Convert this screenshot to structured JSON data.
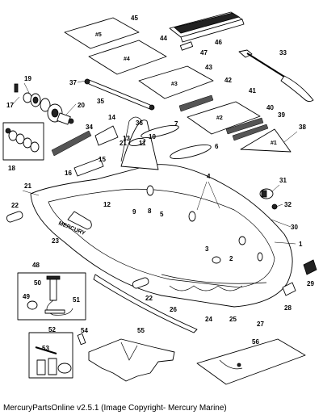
{
  "caption": "MercuryPartsOnline v2.5.1 (Image Copyright- Mercury Marine)",
  "floor_labels": [
    "#5",
    "#4",
    "#3",
    "#2",
    "#1"
  ],
  "brand_text": "MERCURY",
  "callouts": [
    "1",
    "2",
    "3",
    "4",
    "5",
    "6",
    "7",
    "8",
    "9",
    "10",
    "11",
    "12",
    "13",
    "14",
    "15",
    "16",
    "17",
    "18",
    "19",
    "20",
    "21",
    "22",
    "23",
    "24",
    "25",
    "26",
    "27",
    "28",
    "29",
    "30",
    "31",
    "32",
    "33",
    "34",
    "35",
    "36",
    "37",
    "38",
    "39",
    "40",
    "41",
    "42",
    "43",
    "44",
    "45",
    "46",
    "47",
    "48",
    "49",
    "50",
    "51",
    "52",
    "53",
    "54",
    "55",
    "56"
  ]
}
